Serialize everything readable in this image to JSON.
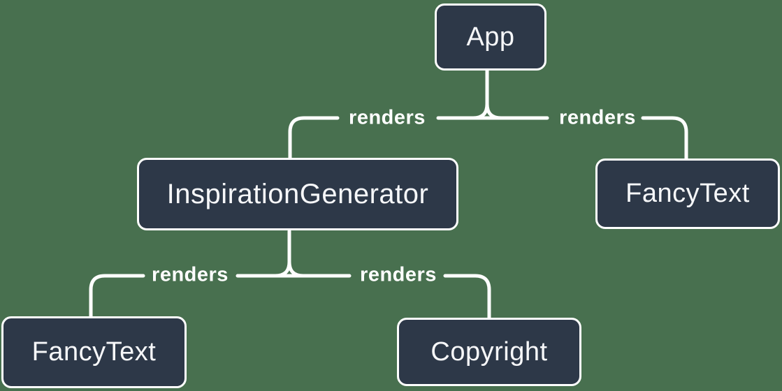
{
  "colors": {
    "background": "#48704F",
    "node_fill": "#2D3848",
    "node_border": "#FFFFFF",
    "connector_line": "#FFFFFF",
    "node_text": "#F6F7F9",
    "edge_label_text": "#FFFFFF"
  },
  "nodes": [
    {
      "id": "app",
      "label": "App"
    },
    {
      "id": "inspiration-generator",
      "label": "InspirationGenerator"
    },
    {
      "id": "fancy-text-top-right",
      "label": "FancyText"
    },
    {
      "id": "fancy-text-bottom-left",
      "label": "FancyText"
    },
    {
      "id": "copyright",
      "label": "Copyright"
    }
  ],
  "edges": [
    {
      "from": "App",
      "to": "InspirationGenerator",
      "label": "renders"
    },
    {
      "from": "App",
      "to": "FancyText",
      "label": "renders"
    },
    {
      "from": "InspirationGenerator",
      "to": "FancyText",
      "label": "renders"
    },
    {
      "from": "InspirationGenerator",
      "to": "Copyright",
      "label": "renders"
    }
  ]
}
